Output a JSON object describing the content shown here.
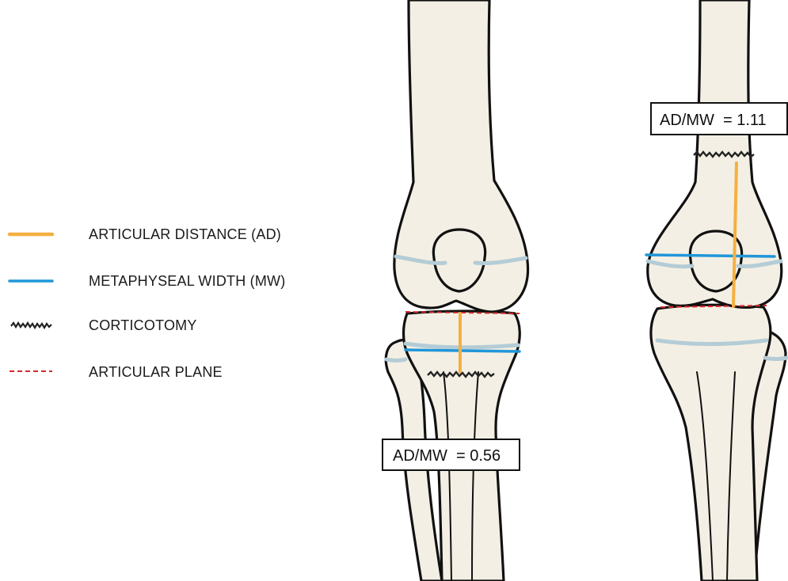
{
  "legend": {
    "items": [
      {
        "key": "ad",
        "label": "ARTICULAR DISTANCE (AD)",
        "style": "line",
        "color": "#f5b041"
      },
      {
        "key": "mw",
        "label": "METAPHYSEAL WIDTH (MW)",
        "style": "line",
        "color": "#2196d8"
      },
      {
        "key": "corticotomy",
        "label": "CORTICOTOMY",
        "style": "zigzag",
        "color": "#222222"
      },
      {
        "key": "articular_plane",
        "label": "ARTICULAR PLANE",
        "style": "dashed",
        "color": "#d62a2a"
      }
    ]
  },
  "left_knee": {
    "ratio_label": "AD/MW  = 0.56",
    "corticotomy_site": "proximal tibia"
  },
  "right_knee": {
    "ratio_label": "AD/MW  = 1.11",
    "corticotomy_site": "distal femur"
  },
  "colors": {
    "bone_fill": "#f4efe4",
    "outline": "#111111",
    "physis": "#b4ccd6",
    "ad_line": "#f5b041",
    "mw_line": "#2196d8",
    "articular_plane": "#d62a2a",
    "corticotomy": "#222222"
  }
}
